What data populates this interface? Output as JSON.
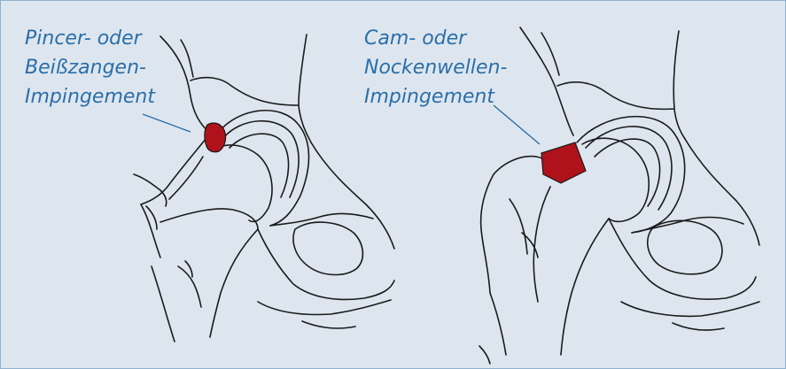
{
  "figure": {
    "left_label": {
      "lines": [
        "Pincer- oder",
        "Beißzangen-",
        "Impingement"
      ]
    },
    "right_label": {
      "lines": [
        "Cam- oder",
        "Nockenwellen-",
        "Impingement"
      ]
    }
  },
  "colors": {
    "background": "#dde6ef",
    "border": "#8fb1d0",
    "label_text": "#2b6ea8",
    "leader_line": "#2b6ea8",
    "outline": "#1a1a1a",
    "lesion": "#b0121b"
  }
}
